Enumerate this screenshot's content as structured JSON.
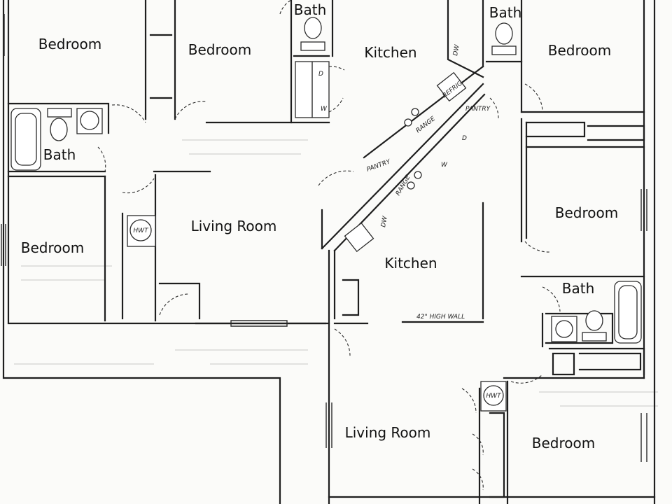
{
  "rooms": {
    "bedroom_top_left": "Bedroom",
    "bedroom_top_mid": "Bedroom",
    "bath_top_mid": "Bath",
    "kitchen_top": "Kitchen",
    "bath_top_right": "Bath",
    "bedroom_top_right": "Bedroom",
    "bath_left": "Bath",
    "living_room_left": "Living Room",
    "bedroom_left": "Bedroom",
    "kitchen_center": "Kitchen",
    "bedroom_right": "Bedroom",
    "bath_right": "Bath",
    "living_room_bottom": "Living Room",
    "bedroom_bottom_right": "Bedroom"
  },
  "annotations": {
    "hwt_left": "HWT",
    "hwt_right": "HWT",
    "wall_note": "42\" HIGH WALL",
    "dw": "DW",
    "range": "RANGE",
    "refrig": "REFRIG",
    "pantry": "PANTRY",
    "washer": "W",
    "dryer": "D"
  }
}
